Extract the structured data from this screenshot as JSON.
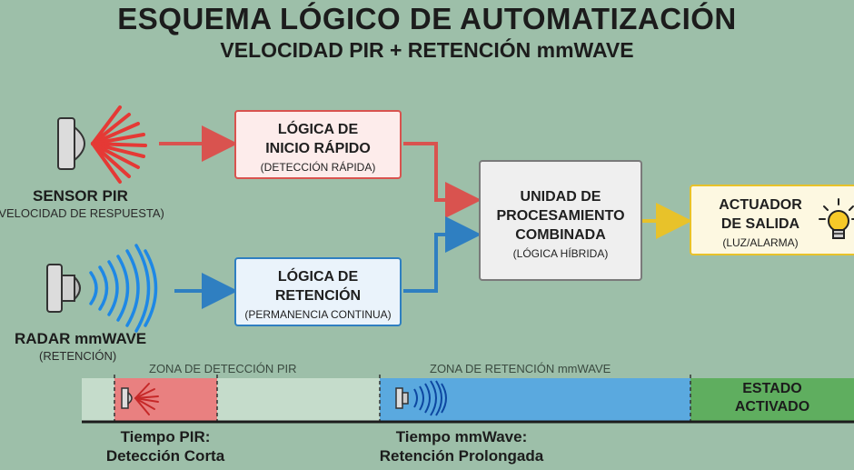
{
  "header": {
    "title": "ESQUEMA LÓGICO DE AUTOMATIZACIÓN",
    "subtitle": "VELOCIDAD PIR + RETENCIÓN mmWAVE"
  },
  "sensors": {
    "pir": {
      "label": "SENSOR PIR",
      "sub": "(VELOCIDAD DE RESPUESTA)",
      "icon": "pir-sensor-icon"
    },
    "radar": {
      "label": "RADAR mmWAVE",
      "sub": "(RETENCIÓN)",
      "icon": "radar-sensor-icon"
    }
  },
  "boxes": {
    "fast": {
      "line1": "LÓGICA DE",
      "line2": "INICIO RÁPIDO",
      "sub": "(DETECCIÓN RÁPIDA)"
    },
    "retention": {
      "line1": "LÓGICA DE",
      "line2": "RETENCIÓN",
      "sub": "(PERMANENCIA CONTINUA)"
    },
    "unit": {
      "line1": "UNIDAD DE",
      "line2": "PROCESAMIENTO",
      "line3": "COMBINADA",
      "sub": "(LÓGICA HÍBRIDA)"
    },
    "actuator": {
      "line1": "ACTUADOR",
      "line2": "DE SALIDA",
      "sub": "(LUZ/ALARMA)",
      "icon": "light-bulb-icon"
    }
  },
  "timeline": {
    "pir_zone": "ZONA DE DETECCIÓN PIR",
    "retention_zone": "ZONA DE RETENCIÓN mmWAVE",
    "state_line1": "ESTADO",
    "state_line2": "ACTIVADO",
    "pir_caption_line1": "Tiempo PIR:",
    "pir_caption_line2": "Detección Corta",
    "mm_caption_line1": "Tiempo mmWave:",
    "mm_caption_line2": "Retención Prolongada"
  },
  "colors": {
    "background": "#9dbfa9",
    "pir_red": "#d9534f",
    "radar_blue": "#2f7fc1",
    "actuator_yellow": "#e8c22a",
    "active_green": "#5fae5f"
  }
}
